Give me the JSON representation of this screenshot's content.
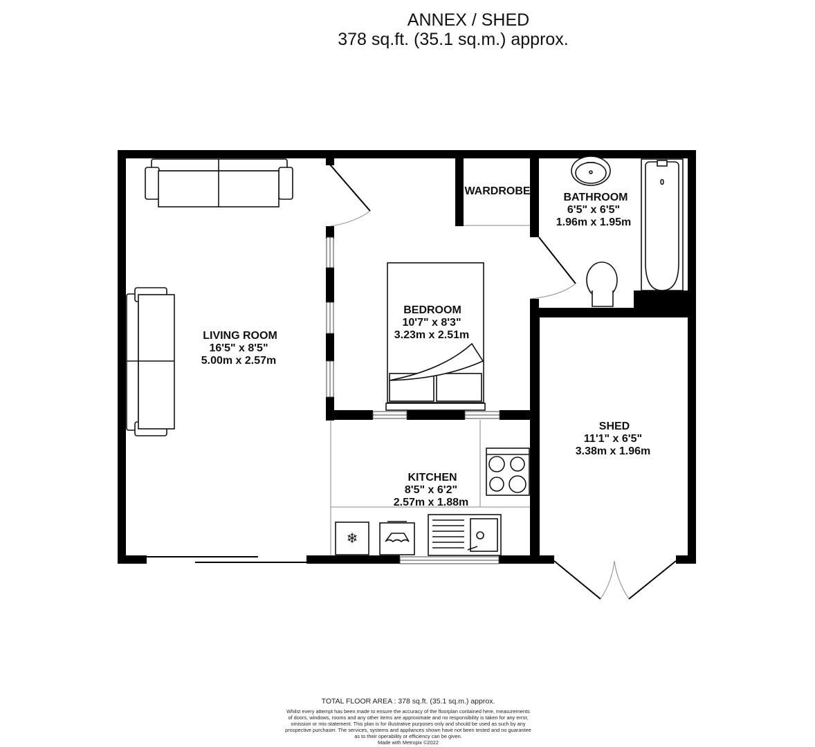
{
  "header": {
    "title": "ANNEX / SHED",
    "area": "378 sq.ft. (35.1 sq.m.) approx."
  },
  "rooms": {
    "living_room": {
      "name": "LIVING ROOM",
      "imperial": "16'5\"  x 8'5\"",
      "metric": "5.00m  x 2.57m"
    },
    "bedroom": {
      "name": "BEDROOM",
      "imperial": "10'7\"  x 8'3\"",
      "metric": "3.23m  x 2.51m"
    },
    "wardrobe": {
      "name": "WARDROBE"
    },
    "bathroom": {
      "name": "BATHROOM",
      "imperial": "6'5\"  x 6'5\"",
      "metric": "1.96m  x 1.95m"
    },
    "kitchen": {
      "name": "KITCHEN",
      "imperial": "8'5\"  x 6'2\"",
      "metric": "2.57m  x 1.88m"
    },
    "shed": {
      "name": "SHED",
      "imperial": "11'1\"  x 6'5\"",
      "metric": "3.38m  x 1.96m"
    }
  },
  "fixtures": [
    "sofa-3-seat",
    "sofa-2-seat",
    "double-bed",
    "wash-basin",
    "bathtub",
    "toilet",
    "hob",
    "fridge-freezer",
    "washing-machine",
    "sink-drainer"
  ],
  "footer": {
    "total": "TOTAL FLOOR AREA : 378 sq.ft. (35.1 sq.m.) approx.",
    "disclaimer_lines": [
      "Whilst every attempt has been made to ensure the accuracy of the floorplan contained here, measurements",
      "of doors, windows, rooms and any other items are approximate and no responsibility is taken for any error,",
      "omission or mis-statement. This plan is for illustrative purposes only and should be used as such by any",
      "prospective purchaser. The services, systems and appliances shown have not been tested and no guarantee",
      "as to their operability or efficiency can be given."
    ],
    "credit": "Made with Metropix ©2022"
  },
  "colors": {
    "wall": "#000000",
    "background": "#ffffff",
    "fixture_line": "#111111",
    "thin_line": "#888888"
  }
}
